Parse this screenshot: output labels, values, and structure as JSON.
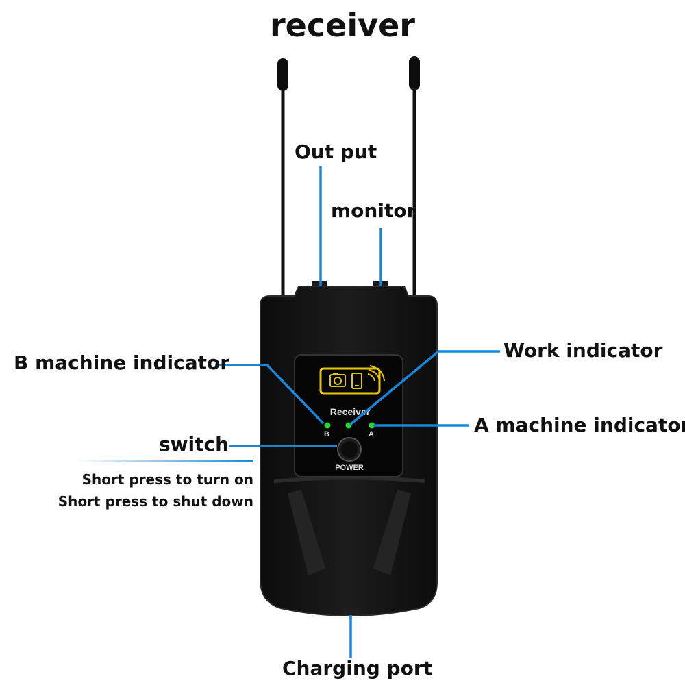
{
  "title": "receiver",
  "callouts": {
    "output": "Out put",
    "monitor": "monitor",
    "b_indicator": "B machine indicator",
    "work_indicator": "Work indicator",
    "a_indicator": "A machine indicator",
    "switch": "switch",
    "charging": "Charging port"
  },
  "notes": {
    "line1": "Short press to turn on",
    "line2": "Short press to shut down"
  },
  "device": {
    "screen_label": "Receiver",
    "led_b": "B",
    "led_a": "A",
    "power_label": "POWER"
  },
  "colors": {
    "leader": "#1a86d8",
    "led": "#22dd22",
    "display": "#e6c400",
    "body": "#141414"
  }
}
